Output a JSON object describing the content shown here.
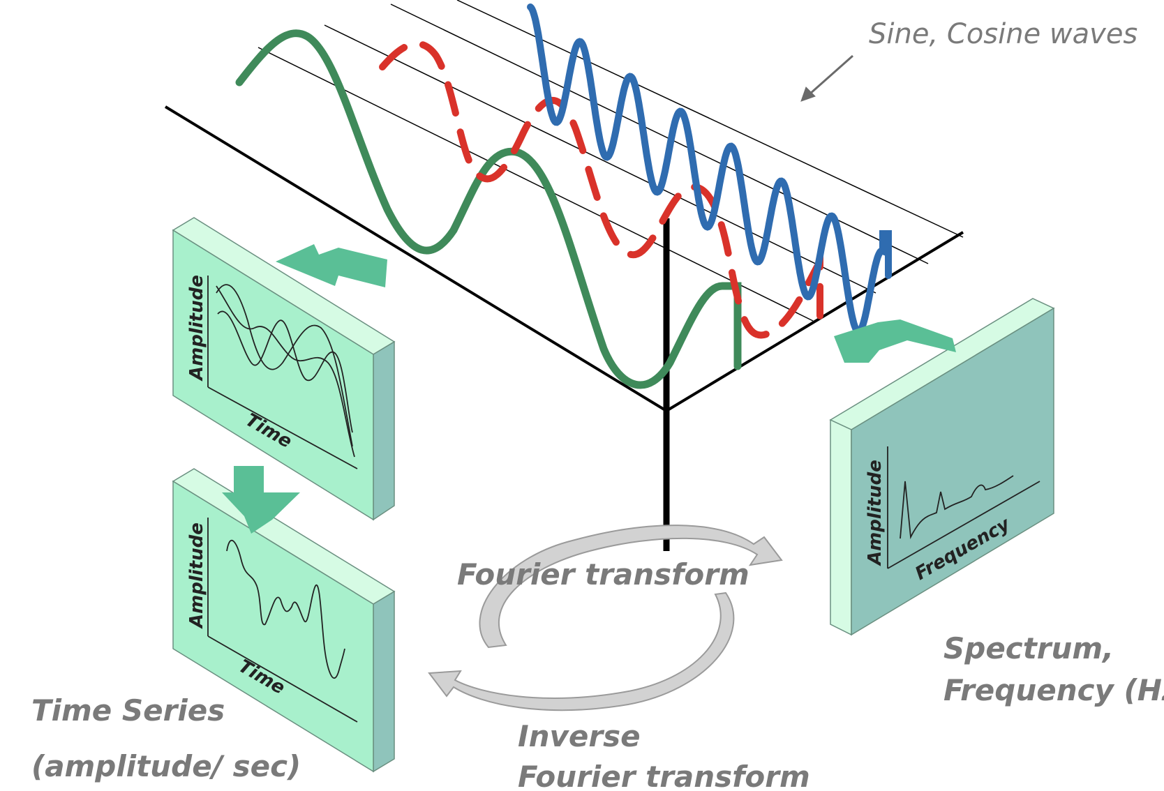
{
  "labels": {
    "waves": "Sine, Cosine waves",
    "fourier": "Fourier transform",
    "inverse_line1": "Inverse",
    "inverse_line2": "Fourier transform",
    "time_series_line1": "Time Series",
    "time_series_line2": "(amplitude/ sec)",
    "spectrum_line1": "Spectrum,",
    "spectrum_line2": "Frequency (Hz)"
  },
  "panels": {
    "time_overlay": {
      "y_axis": "Amplitude",
      "x_axis": "Time"
    },
    "time_sum": {
      "y_axis": "Amplitude",
      "x_axis": "Time"
    },
    "spectrum": {
      "y_axis": "Amplitude",
      "x_axis": "Frequency"
    }
  },
  "colors": {
    "green_wave": "#3f8a5a",
    "red_wave": "#d9322a",
    "blue_wave": "#2f6cb0",
    "panel_face": "#a8f0cc",
    "panel_face_dark": "#8fc4bb",
    "panel_side": "#8fc4bb",
    "panel_top": "#d6fbe4",
    "arrow": "#5abf96",
    "label_gray": "#7a7a7a"
  }
}
